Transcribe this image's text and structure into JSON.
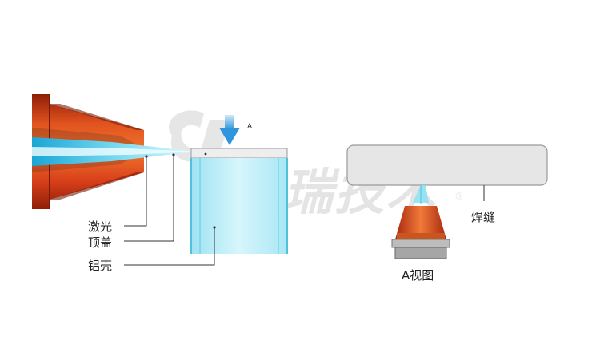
{
  "labels": {
    "laser": "激光",
    "top_cover": "顶盖",
    "aluminum_shell": "铝壳",
    "arrow_a": "A",
    "view_a": "A视图",
    "weld_seam": "焊缝"
  },
  "watermark": {
    "text": "科瑞技术",
    "symbol": "®"
  },
  "colors": {
    "nozzle_red": "#d9401a",
    "nozzle_dark": "#a8280e",
    "laser_cyan": "#38c8e8",
    "arrow_blue": "#3aa0e0",
    "shell_fill": "#c9f0f8",
    "shell_stroke": "#4fc3de",
    "plate_fill": "#e6e6e6",
    "plate_stroke": "#9a9a9a",
    "watermark_gray": "#cfcfcf"
  },
  "icons": {
    "arrow_a": "down-arrow-icon",
    "watermark_logo": "kerui-logo-icon"
  }
}
